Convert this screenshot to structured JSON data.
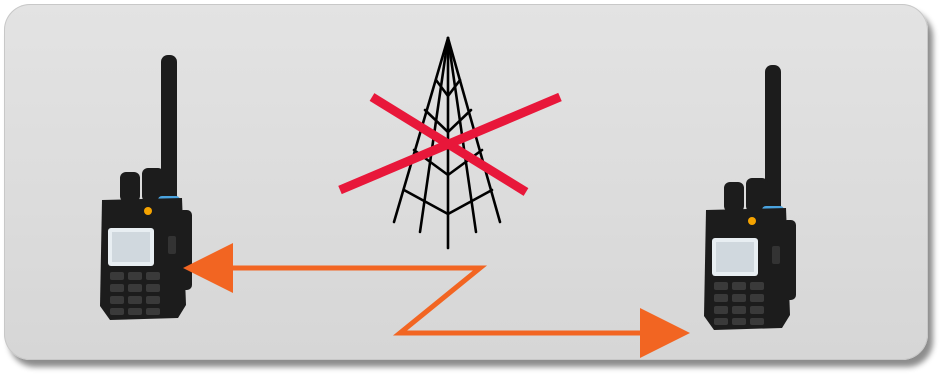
{
  "diagram": {
    "panel_color": "#dcdcdc",
    "arrow_color": "#f26522",
    "cross_color": "#e8173a",
    "tower_color": "#000000",
    "radio_body_color": "#1c1c1c",
    "radio_ring_color": "#4aa3df",
    "radio_button_color": "#f5a300",
    "nodes": [
      {
        "name": "radio-left",
        "icon": "handheld-radio-icon"
      },
      {
        "name": "tower",
        "icon": "radio-tower-icon",
        "status": "crossed-out"
      },
      {
        "name": "radio-right",
        "icon": "handheld-radio-icon"
      }
    ],
    "connection": {
      "from": "radio-right",
      "to": "radio-left",
      "style": "zigzag-double-arrow",
      "bypasses": "tower"
    }
  }
}
